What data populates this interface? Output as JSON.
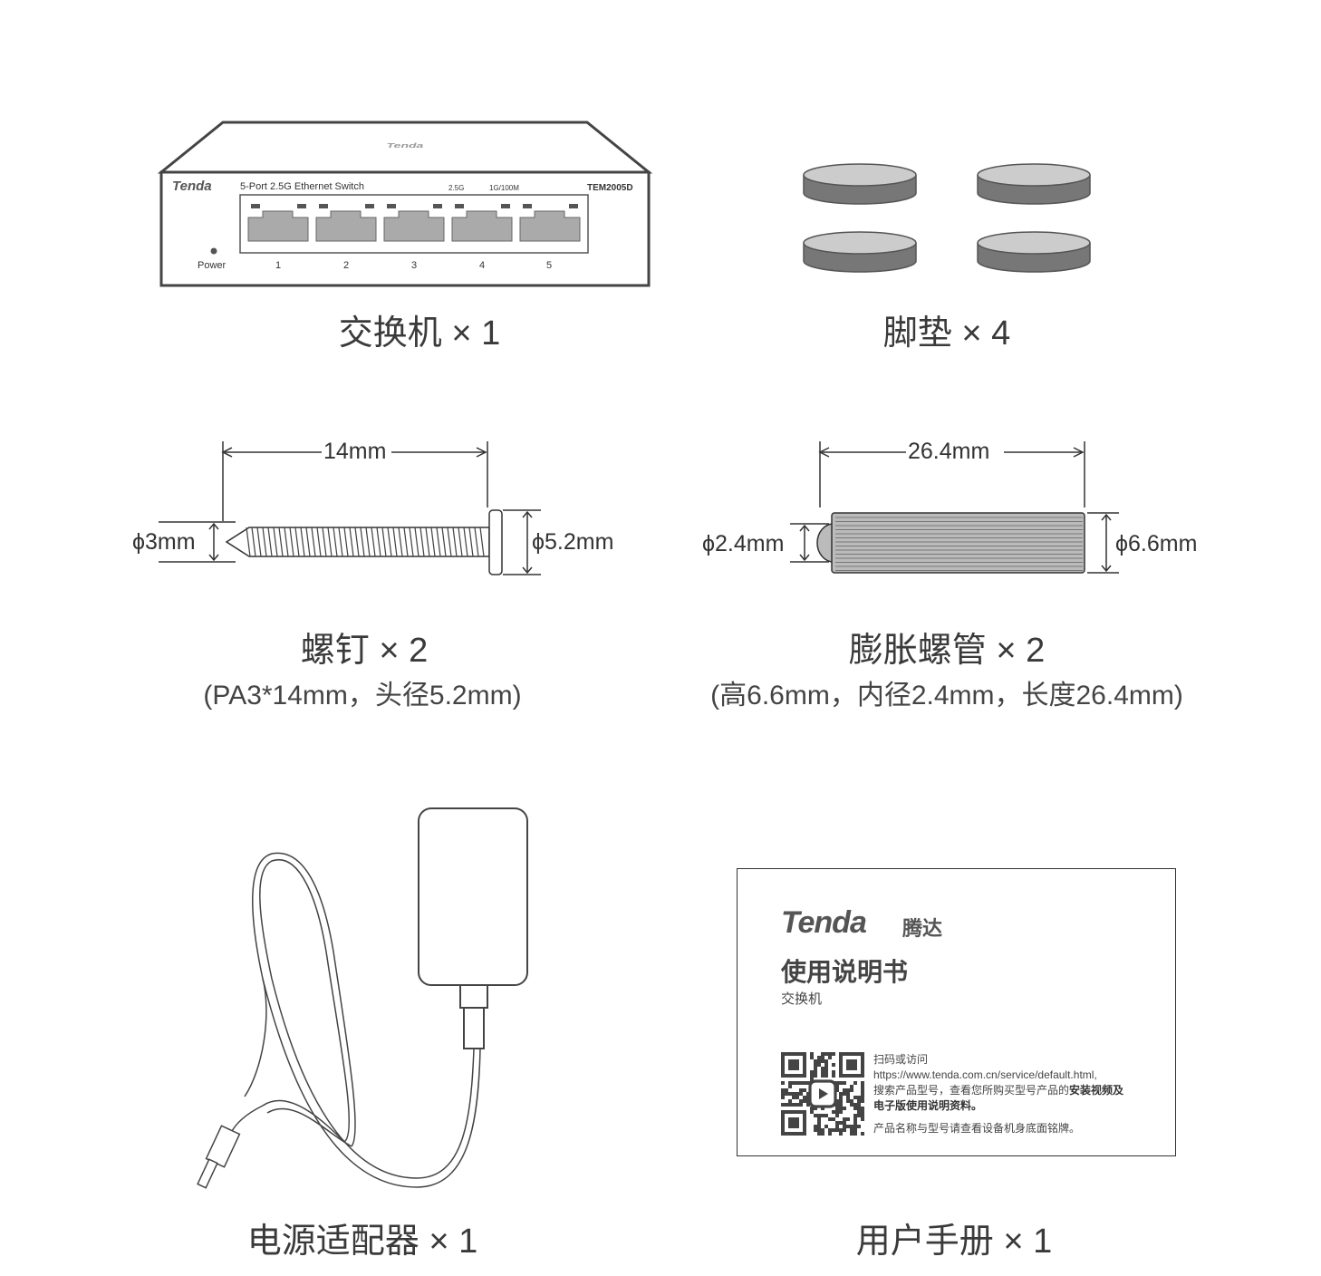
{
  "items": [
    {
      "name": "交换机",
      "qty": "× 1"
    },
    {
      "name": "脚垫",
      "qty": "× 4"
    },
    {
      "name": "螺钉",
      "qty": "× 2",
      "spec": "(PA3*14mm，头径5.2mm)"
    },
    {
      "name": "膨胀螺管",
      "qty": "× 2",
      "spec": "(高6.6mm，内径2.4mm，长度26.4mm)"
    },
    {
      "name": "电源适配器",
      "qty": "× 1"
    },
    {
      "name": "用户手册",
      "qty": "× 1"
    }
  ],
  "switch": {
    "brand": "Tenda",
    "description": "5-Port 2.5G Ethernet Switch",
    "led_label_1": "2.5G",
    "led_label_2": "1G/100M",
    "model": "TEM2005D",
    "power_label": "Power",
    "ports": [
      "1",
      "2",
      "3",
      "4",
      "5"
    ]
  },
  "screw": {
    "length": "14mm",
    "shank": "ϕ3mm",
    "head": "ϕ5.2mm"
  },
  "anchor": {
    "length": "26.4mm",
    "inner": "ϕ2.4mm",
    "outer": "ϕ6.6mm"
  },
  "manual": {
    "brand": "Tenda",
    "brand_cn": "腾达",
    "title": "使用说明书",
    "subtitle": "交换机",
    "line1": "扫码或访问",
    "line2": "https://www.tenda.com.cn/service/default.html,",
    "line3a": "搜索产品型号，查看您所购买型号产品的",
    "line3b": "安装视频及",
    "line4": "电子版使用说明资料。",
    "line5": "产品名称与型号请查看设备机身底面铭牌。"
  }
}
